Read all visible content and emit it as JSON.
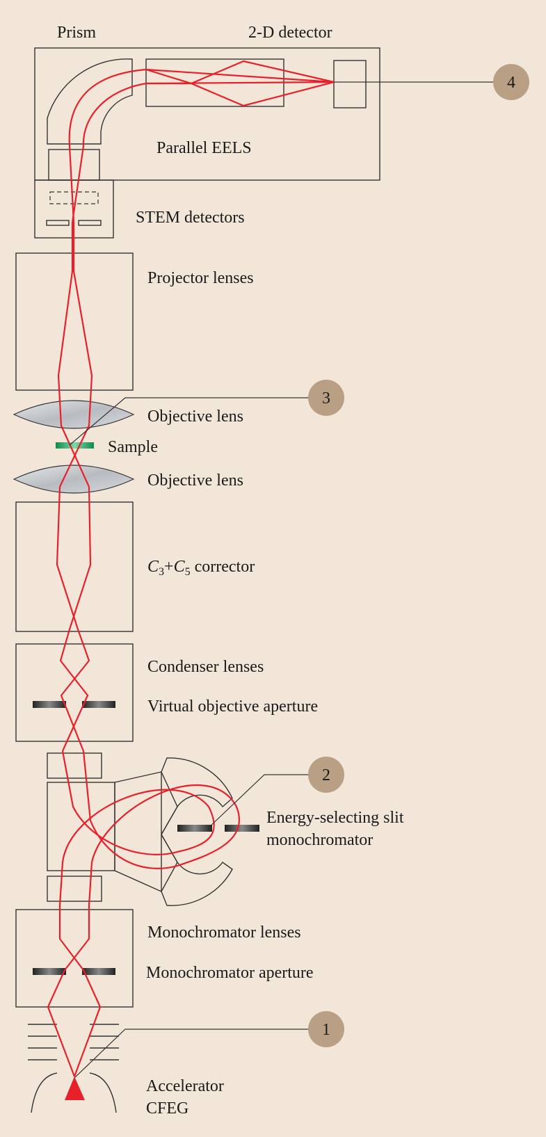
{
  "labels": {
    "prism": "Prism",
    "detector_2d": "2-D detector",
    "parallel_eels": "Parallel EELS",
    "stem_detectors": "STEM detectors",
    "projector_lenses": "Projector lenses",
    "objective_lens_upper": "Objective lens",
    "sample": "Sample",
    "objective_lens_lower": "Objective lens",
    "corrector_c3": "C",
    "corrector_c3_sub": "3",
    "corrector_plus": "+",
    "corrector_c5": "C",
    "corrector_c5_sub": "5",
    "corrector_suffix": " corrector",
    "condenser_lenses": "Condenser lenses",
    "virtual_objective_aperture": "Virtual objective aperture",
    "energy_selecting_slit": "Energy-selecting slit",
    "monochromator": "monochromator",
    "monochromator_lenses": "Monochromator lenses",
    "monochromator_aperture": "Monochromator aperture",
    "accelerator": "Accelerator",
    "cfeg": "CFEG"
  },
  "markers": [
    "1",
    "2",
    "3",
    "4"
  ],
  "colors": {
    "background": "#f2e6d9",
    "beam": "#e8202a",
    "marker": "#b99f83",
    "sample": "#1a9a5a"
  }
}
